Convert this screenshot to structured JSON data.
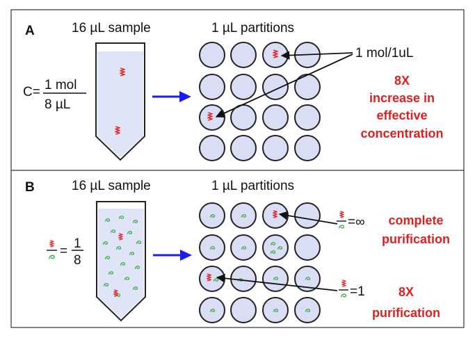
{
  "colors": {
    "tube_fill": "#dfe4f7",
    "well_fill": "#d9def4",
    "arrow_blue": "#1a1aff",
    "accent_red": "#e0201f",
    "target_red": "#e62020",
    "contaminant_green": "#2fa83a",
    "ink": "#111111"
  },
  "panel_a": {
    "letter": "A",
    "sample_label": "16 µL sample",
    "partitions_label": "1 µL partitions",
    "conc_prefix": "C=",
    "conc_numerator": "1 mol",
    "conc_denominator": "8 µL",
    "callout": "1 mol/1uL",
    "result_lines": [
      "8X",
      "increase in",
      "effective",
      "concentration"
    ]
  },
  "panel_b": {
    "letter": "B",
    "sample_label": "16 µL sample",
    "partitions_label": "1 µL partitions",
    "ratio_equals": "=",
    "ratio_numerator": "1",
    "ratio_denominator": "8",
    "callout1_value": "=∞",
    "callout1_lines": [
      "complete",
      "purification"
    ],
    "callout2_value": "=1",
    "callout2_lines": [
      "8X",
      "purification"
    ]
  },
  "icons": [
    "target-molecule-squiggle",
    "contaminant-molecule-curl",
    "right-arrow"
  ]
}
